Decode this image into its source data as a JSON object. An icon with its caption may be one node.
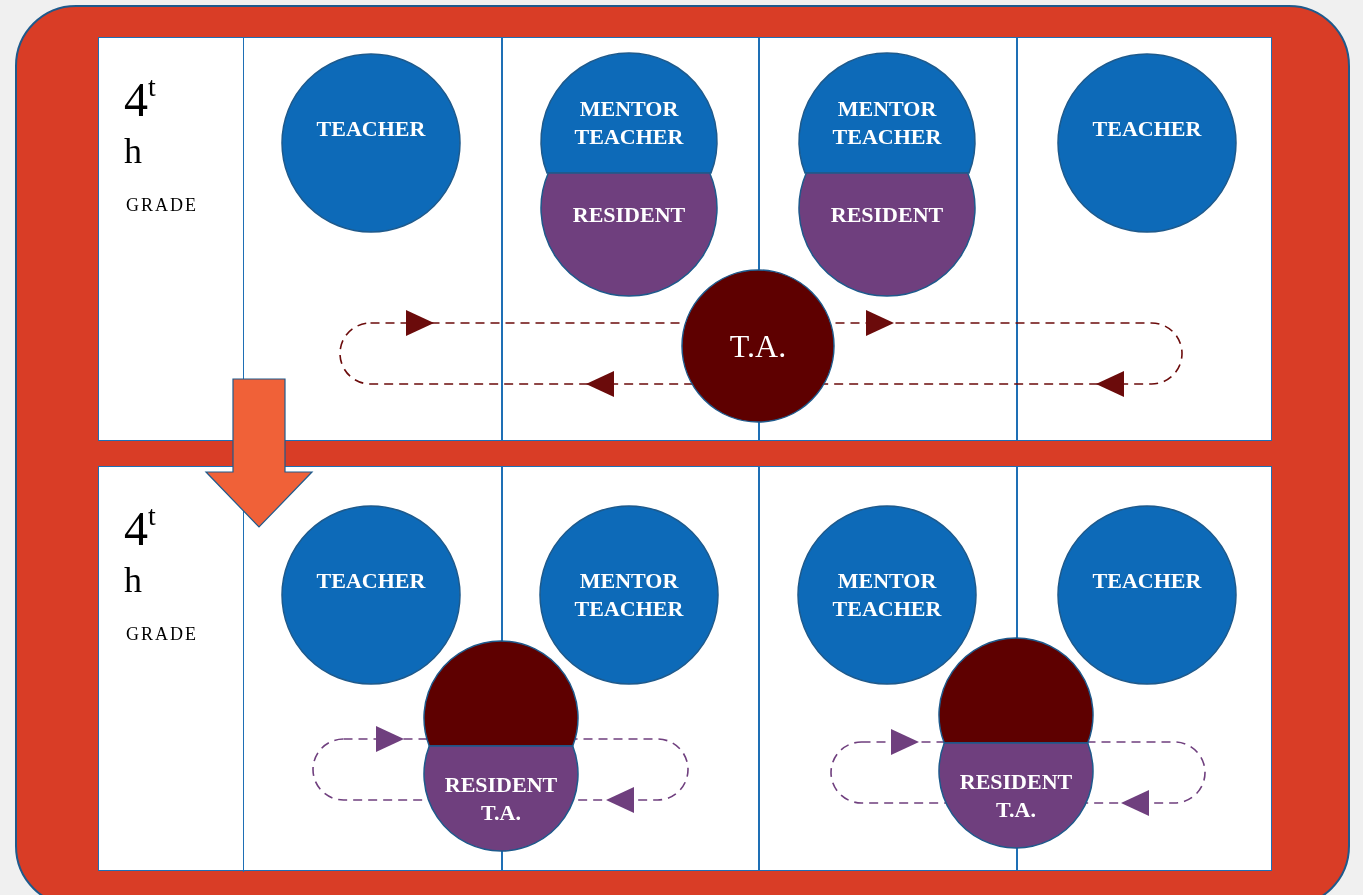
{
  "diagram": {
    "nodes": [
      {
        "text": [],
        "shape": "box"
      },
      {
        "text": [
          "4$^{t}$",
          "h",
          "GRADE"
        ],
        "in": 0
      },
      {
        "text": [
          "TEACHER"
        ],
        "in": 0
      },
      {
        "text": [
          "MENTOR TEACHER"
        ],
        "in": 0
      },
      {
        "text": [
          "RESIDENT"
        ],
        "in": 0
      },
      {
        "text": [
          "MENTOR TEACHER"
        ],
        "in": 0
      },
      {
        "text": [
          "RESIDENT"
        ],
        "in": 0
      },
      {
        "text": [
          "TEACHER"
        ],
        "in": 0
      },
      {
        "text": [
          "T.A."
        ],
        "in": 0
      },
      {
        "text": [],
        "shape": "box"
      },
      {
        "text": [
          "4$^{t}$",
          "h",
          "GRADE"
        ],
        "in": 9
      },
      {
        "text": [
          "TEACHER"
        ],
        "in": 9
      },
      {
        "text": [
          "MENTOR TEACHER"
        ],
        "in": 9
      },
      {
        "text": [
          "MENTOR TEACHER"
        ],
        "in": 9
      },
      {
        "text": [
          "TEACHER"
        ],
        "in": 9
      },
      {
        "text": [
          "RESIDENT T.A."
        ],
        "in": 9
      },
      {
        "text": [
          "RESIDENT T.A."
        ],
        "in": 9
      }
    ],
    "edges": [
      {
        "from": 0,
        "to": 9,
        "arrow": "to",
        "style": "thick",
        "color": "#f06138"
      }
    ]
  }
}
